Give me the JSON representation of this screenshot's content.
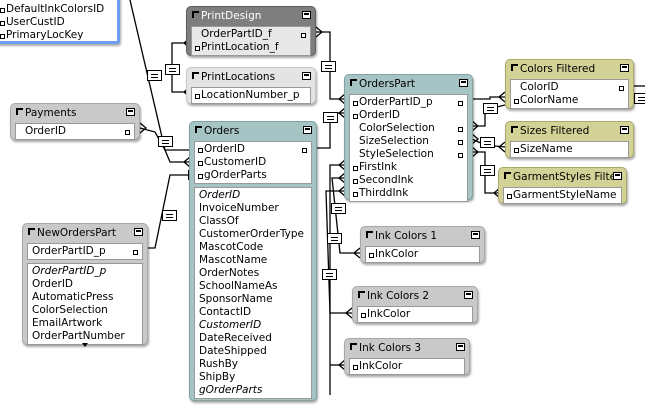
{
  "tables": {
    "top_left": {
      "fields": [
        "DefaultInkColorsID",
        "UserCustID",
        "PrimaryLocKey"
      ]
    },
    "print_design": {
      "title": "PrintDesign",
      "keys": [
        "OrderPartID_f",
        "PrintLocation_f"
      ]
    },
    "print_locations": {
      "title": "PrintLocations",
      "keys": [
        "LocationNumber_p"
      ]
    },
    "payments": {
      "title": "Payments",
      "keys": [
        "OrderID"
      ]
    },
    "orders": {
      "title": "Orders",
      "keys": [
        "OrderID",
        "CustomerID",
        "gOrderParts"
      ],
      "fields": [
        "OrderID",
        "InvoiceNumber",
        "ClassOf",
        "CustomerOrderType",
        "MascotCode",
        "MascotName",
        "OrderNotes",
        "SchoolNameAs",
        "SponsorName",
        "ContactID",
        "CustomerID",
        "DateReceived",
        "DateShipped",
        "RushBy",
        "ShipBy",
        "gOrderParts"
      ]
    },
    "orders_part": {
      "title": "OrdersPart",
      "keys": [
        "OrderPartID_p",
        "OrderID",
        "ColorSelection",
        "SizeSelection",
        "StyleSelection",
        "FirstInk",
        "SecondInk",
        "ThirddInk"
      ]
    },
    "new_orders_part": {
      "title": "NewOrdersPart",
      "keys": [
        "OrderPartID_p"
      ],
      "fields": [
        "OrderPartID_p",
        "OrderID",
        "AutomaticPress",
        "ColorSelection",
        "EmailArtwork",
        "OrderPartNumber"
      ]
    },
    "colors_filtered": {
      "title": "Colors Filtered",
      "keys": [
        "ColorID",
        "ColorName"
      ]
    },
    "sizes_filtered": {
      "title": "Sizes Filtered",
      "keys": [
        "SizeName"
      ]
    },
    "garment_styles_filtered": {
      "title": "GarmentStyles Filte...",
      "keys": [
        "GarmentStyleName"
      ]
    },
    "ink_colors_1": {
      "title": "Ink Colors 1",
      "keys": [
        "InkColor"
      ]
    },
    "ink_colors_2": {
      "title": "Ink Colors 2",
      "keys": [
        "InkColor"
      ]
    },
    "ink_colors_3": {
      "title": "Ink Colors 3",
      "keys": [
        "InkColor"
      ]
    }
  }
}
